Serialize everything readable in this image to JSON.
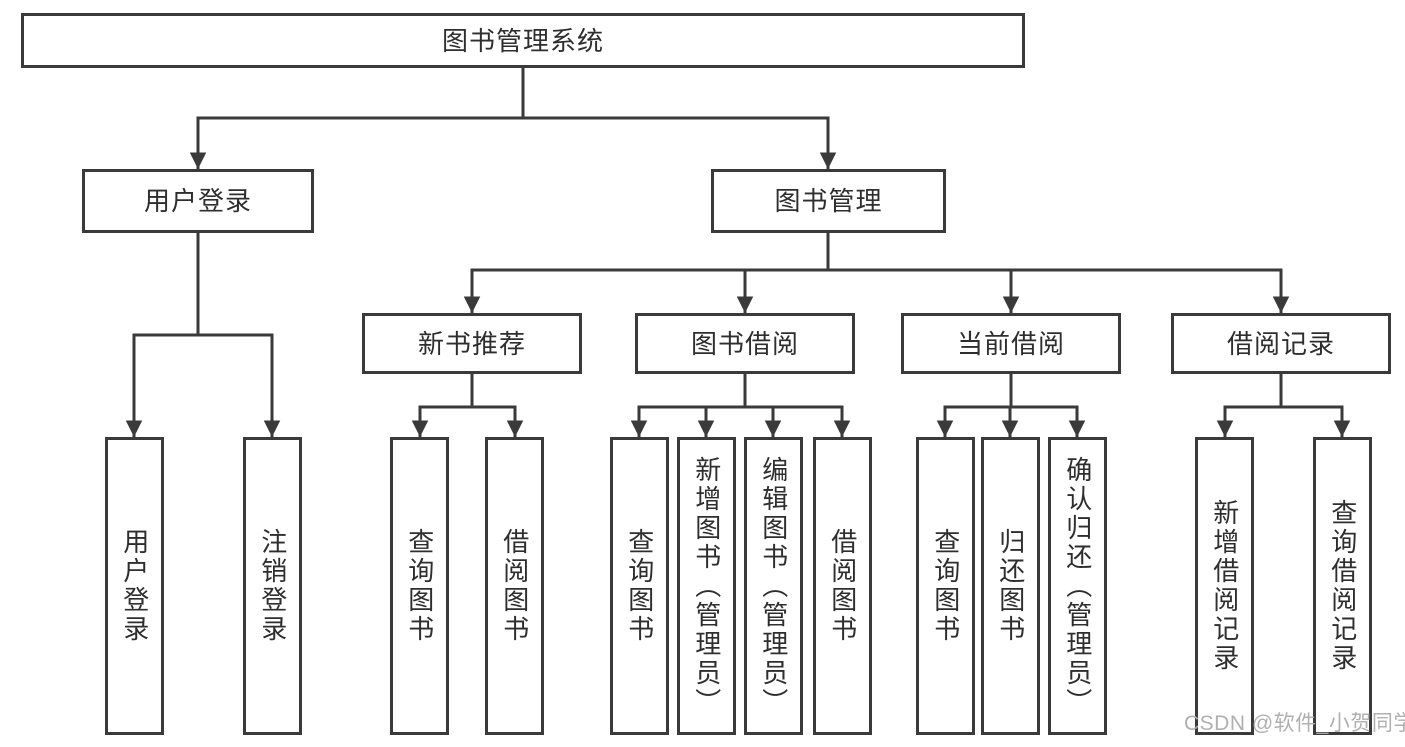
{
  "colors": {
    "background": "#ffffff",
    "line": "#3a3a3a",
    "box_border": "#3a3a3a",
    "text": "#2e2e2e",
    "watermark": "#acacac"
  },
  "tree": {
    "label": "图书管理系统",
    "children": [
      {
        "label": "用户登录",
        "children": [
          {
            "label": "用户登录"
          },
          {
            "label": "注销登录"
          }
        ]
      },
      {
        "label": "图书管理",
        "children": [
          {
            "label": "新书推荐",
            "children": [
              {
                "label": "查询图书"
              },
              {
                "label": "借阅图书"
              }
            ]
          },
          {
            "label": "图书借阅",
            "children": [
              {
                "label": "查询图书"
              },
              {
                "label": "新增图书（管理员）"
              },
              {
                "label": "编辑图书（管理员）"
              },
              {
                "label": "借阅图书"
              }
            ]
          },
          {
            "label": "当前借阅",
            "children": [
              {
                "label": "查询图书"
              },
              {
                "label": "归还图书"
              },
              {
                "label": "确认归还（管理员）"
              }
            ]
          },
          {
            "label": "借阅记录",
            "children": [
              {
                "label": "新增借阅记录"
              },
              {
                "label": "查询借阅记录"
              }
            ]
          }
        ]
      }
    ]
  },
  "watermark": {
    "text": "CSDN @软件_小贺同学"
  }
}
